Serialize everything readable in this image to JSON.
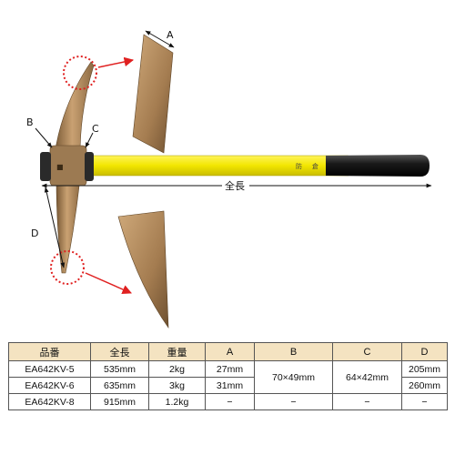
{
  "diagram": {
    "dimension_labels": {
      "a": "A",
      "b": "B",
      "c": "C",
      "d": "D"
    },
    "total_length_label": "全長",
    "handle_marks": [
      "防",
      "倉"
    ]
  },
  "spec_table": {
    "headers": [
      "品番",
      "全長",
      "重量",
      "A",
      "B",
      "C",
      "D"
    ],
    "rows": [
      {
        "part_no": "EA642KV-5",
        "length": "535mm",
        "weight": "2kg",
        "a": "27mm",
        "d": "205mm"
      },
      {
        "part_no": "EA642KV-6",
        "length": "635mm",
        "weight": "3kg",
        "a": "31mm",
        "d": "260mm"
      },
      {
        "part_no": "EA642KV-8",
        "length": "915mm",
        "weight": "1.2kg",
        "a": "−",
        "b": "−",
        "c": "−",
        "d": "−"
      }
    ],
    "merged_b": "70×49mm",
    "merged_c": "64×42mm"
  },
  "colors": {
    "handle_yellow": "#f2e600",
    "grip_black": "#1a1a1a",
    "metal": "#b8905f",
    "highlight_circle": "#e02020"
  }
}
